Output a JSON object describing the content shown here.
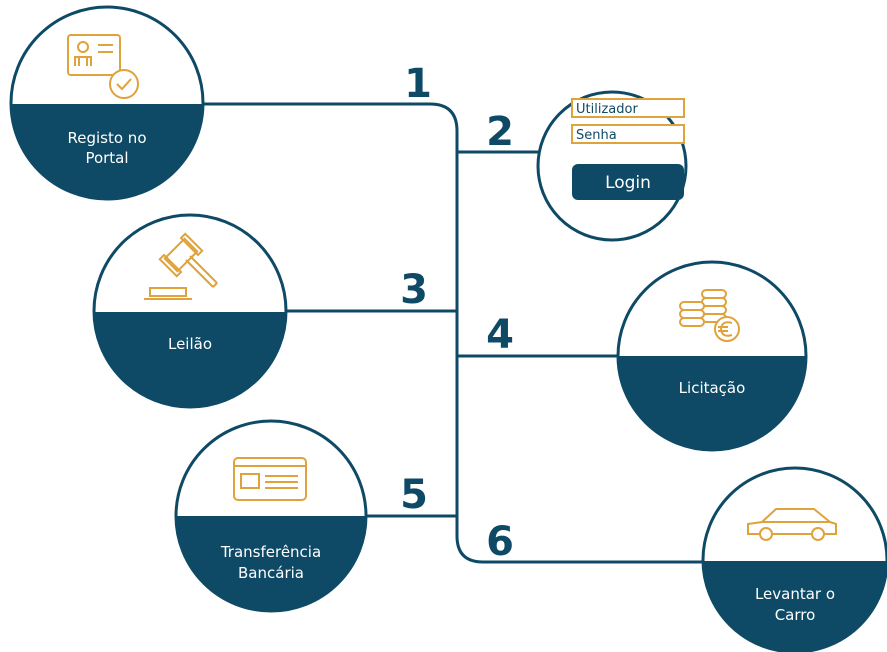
{
  "colors": {
    "primary": "#0e4a66",
    "accent": "#e0a23a",
    "background": "#ffffff"
  },
  "steps": [
    {
      "number": "1",
      "label_lines": [
        "Registo no",
        "Portal"
      ],
      "icon": "id-card-check-icon"
    },
    {
      "number": "2",
      "login": {
        "username_placeholder": "Utilizador",
        "password_placeholder": "Senha",
        "button_label": "Login"
      }
    },
    {
      "number": "3",
      "label_lines": [
        "Leilão"
      ],
      "icon": "gavel-icon"
    },
    {
      "number": "4",
      "label_lines": [
        "Licitação"
      ],
      "icon": "coins-euro-icon"
    },
    {
      "number": "5",
      "label_lines": [
        "Transferência",
        "Bancária"
      ],
      "icon": "bank-card-icon"
    },
    {
      "number": "6",
      "label_lines": [
        "Levantar o",
        "Carro"
      ],
      "icon": "car-icon"
    }
  ]
}
